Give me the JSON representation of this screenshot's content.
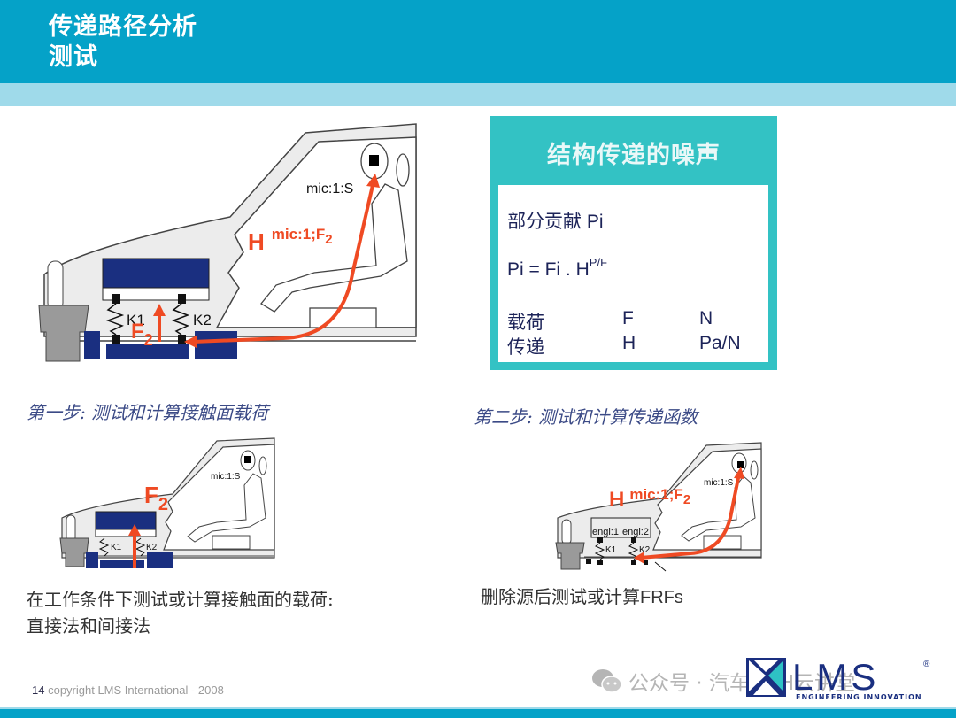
{
  "header": {
    "title_line1": "传递路径分析",
    "title_line2": "测试"
  },
  "info_box": {
    "title": "结构传递的噪声",
    "partial_label": "部分贡献 Pi",
    "formula_main": "Pi = Fi . H",
    "formula_sup": "P/F",
    "rows": [
      {
        "name": "载荷",
        "symbol": "F",
        "unit": "N"
      },
      {
        "name": "传递",
        "symbol": "H",
        "unit": "Pa/N"
      }
    ]
  },
  "diagram_main": {
    "mic_label": "mic:1:S",
    "h_label": "H",
    "h_sup": "mic:1;F",
    "h_sub": "2",
    "force_label": "F",
    "force_sub": "2",
    "k1": "K1",
    "k2": "K2"
  },
  "step1": {
    "title": "第一步:  测试和计算接触面载荷",
    "desc_line1": "在工作条件下测试或计算接触面的载荷:",
    "desc_line2": "直接法和间接法",
    "diagram": {
      "mic_label": "mic:1:S",
      "force_label": "F",
      "force_sub": "2",
      "k1": "K1",
      "k2": "K2"
    }
  },
  "step2": {
    "title": "第二步:  测试和计算传递函数",
    "desc": "删除源后测试或计算FRFs",
    "diagram": {
      "mic_label": "mic:1:S",
      "h_label": "H",
      "h_sup": "mic:1;F",
      "h_sub": "2",
      "engi1": "engi:1",
      "engi2": "engi:2",
      "k1": "K1",
      "k2": "K2"
    }
  },
  "footer": {
    "page_number": "14",
    "copyright": "copyright LMS International - 2008",
    "watermark": "公众号 · 汽车NVH云讲堂",
    "logo_text": "LMS",
    "logo_tagline": "ENGINEERING INNOVATION",
    "logo_reg": "®"
  },
  "colors": {
    "header": "#05a2c8",
    "header_band": "#9fdaea",
    "box": "#33c2c4",
    "engine": "#1a2f80",
    "arrow": "#ef4a23",
    "text_dark": "#1c2358"
  }
}
